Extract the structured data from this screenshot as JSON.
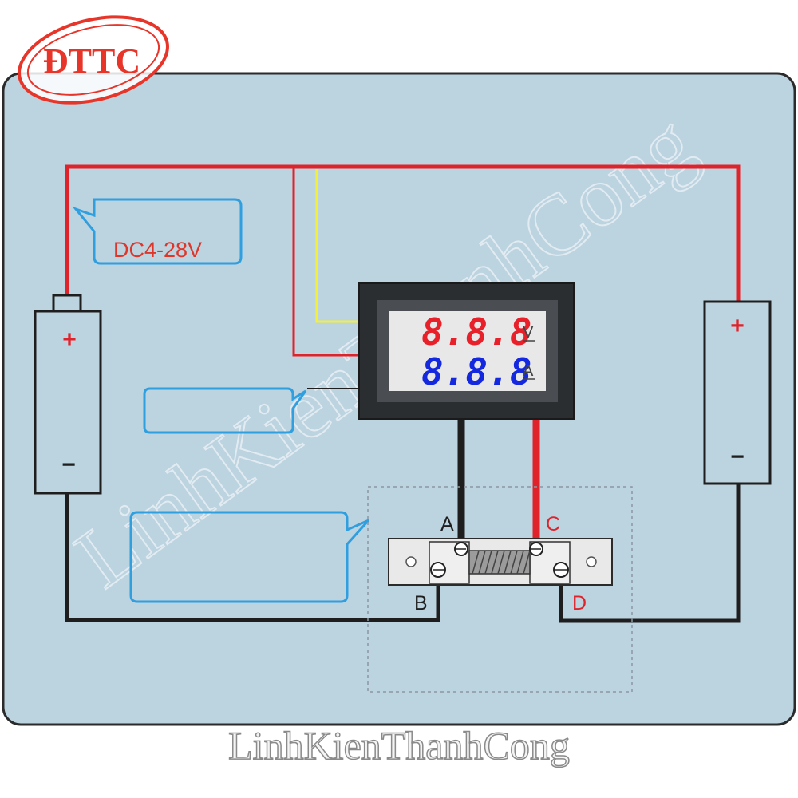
{
  "logo": {
    "text": "ĐTTC",
    "color": "#e8352a"
  },
  "board": {
    "background": "#bcd3e0",
    "border": "#2b2b2b"
  },
  "callouts": [
    {
      "text": "DC4-28V",
      "border": "#2f9fe0",
      "text_color": "#e0362a"
    },
    {
      "text": "",
      "border": "#2f9fe0"
    },
    {
      "text": "",
      "border": "#2f9fe0"
    }
  ],
  "batteries": {
    "left": {
      "plus": "+",
      "minus": "−"
    },
    "right": {
      "plus": "+",
      "minus": "−"
    }
  },
  "meter": {
    "voltage_digits": "8.8.8",
    "voltage_unit": "V",
    "current_digits": "8.8.8",
    "current_unit": "A",
    "voltage_color": "#e8202a",
    "current_color": "#1428e0"
  },
  "shunt": {
    "terminal_labels": [
      "A",
      "B",
      "C",
      "D"
    ]
  },
  "wires": {
    "red": "#e0232b",
    "black": "#1e1e1e",
    "yellow": "#f4ef3a"
  },
  "watermark": {
    "diagonal": "LinhKienThanhCong",
    "footer": "LinhKienThanhCong"
  }
}
